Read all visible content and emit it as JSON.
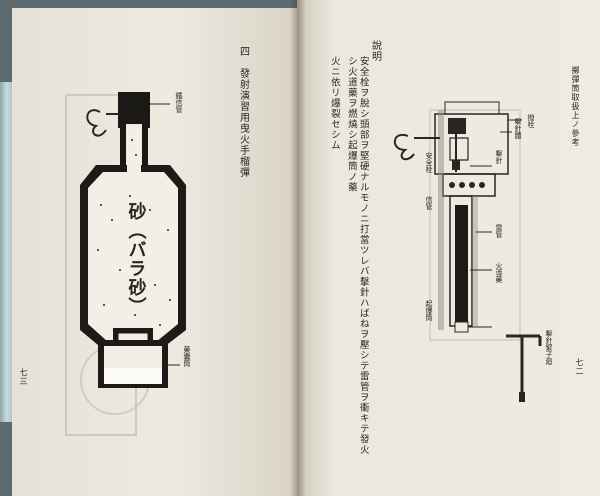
{
  "left_page": {
    "caption": "四　發射演習用曳火手榴彈",
    "labels": {
      "top_right": "鐵信管",
      "bottom_right": "藥囊筒"
    },
    "sand_label": "砂（バラ砂）",
    "page_number": "七三"
  },
  "right_page": {
    "running_header": "擲彈筒取扱上ノ參考",
    "section_title": "說明",
    "body_text": [
      "安全栓ヲ脫シ頭部ヲ堅硬ナルモノニ打當ツレバ擊針ハばねヲ壓シテ雷管ヲ衝キテ發火シ火道藥ヲ燃燒シ起爆筒ノ藥",
      "火ニ依リ爆裂セシム"
    ],
    "labels": {
      "l1": "撥栓",
      "l2": "擊針體",
      "l3": "擊針",
      "l4": "安全栓",
      "l5": "信管",
      "l6": "雷管",
      "l7": "火導藥",
      "l8": "起爆筒",
      "l9": "擊針緊子廻"
    },
    "page_number": "七二"
  }
}
